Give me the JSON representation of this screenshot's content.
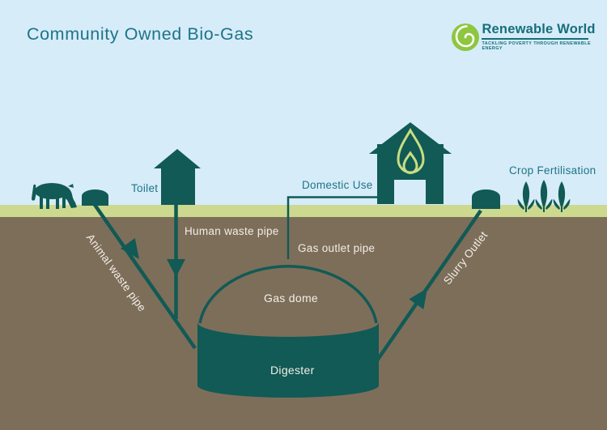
{
  "title": "Community Owned Bio-Gas",
  "logo": {
    "name": "Renewable World",
    "tagline": "TACKLING POVERTY THROUGH RENEWABLE ENERGY"
  },
  "colors": {
    "sky": "#d6ecf8",
    "grass": "#ccd98f",
    "earth": "#7d6e5a",
    "shape_teal": "#115a55",
    "text_teal": "#1e7488",
    "logo_green": "#8dc63f",
    "flame_green": "#c9dd82",
    "label_white": "#f2eee6"
  },
  "labels": {
    "toilet": "Toilet",
    "domestic_use": "Domestic Use",
    "crop_fertilisation": "Crop Fertilisation",
    "human_waste_pipe": "Human waste pipe",
    "animal_waste_pipe": "Animal waste pipe",
    "gas_outlet_pipe": "Gas outlet pipe",
    "gas_dome": "Gas dome",
    "digester": "Digester",
    "slurry_outlet": "Slurry Outlet"
  }
}
